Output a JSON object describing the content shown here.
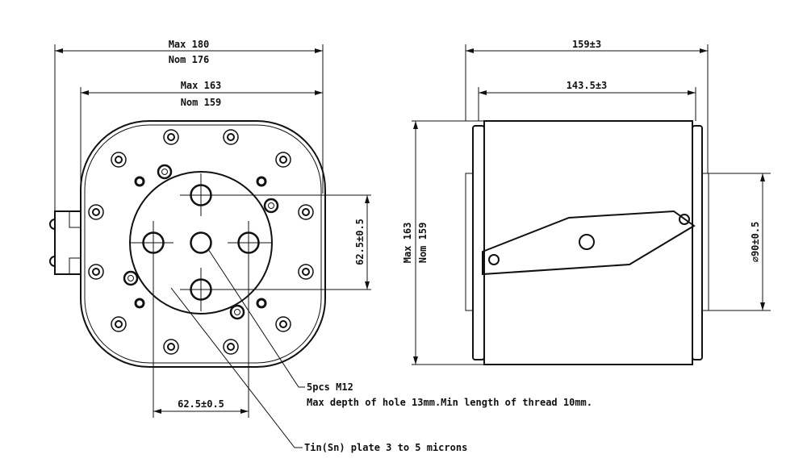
{
  "front_view": {
    "overall_max": "Max 180",
    "overall_nom": "Nom 176",
    "body_max": "Max 163",
    "body_nom": "Nom 159",
    "hole_spacing_vertical": "62.5±0.5",
    "hole_spacing_horizontal": "62.5±0.5",
    "note_thread_title": "5pcs M12",
    "note_thread_detail": "Max depth of hole 13mm.Min length of thread 10mm.",
    "note_plating": "Tin(Sn) plate 3 to 5 microns"
  },
  "side_view": {
    "overall_length": "159±3",
    "body_length": "143.5±3",
    "height_max": "Max 163",
    "height_nom": "Nom 159",
    "flange_diameter": "∅90±0.5"
  }
}
